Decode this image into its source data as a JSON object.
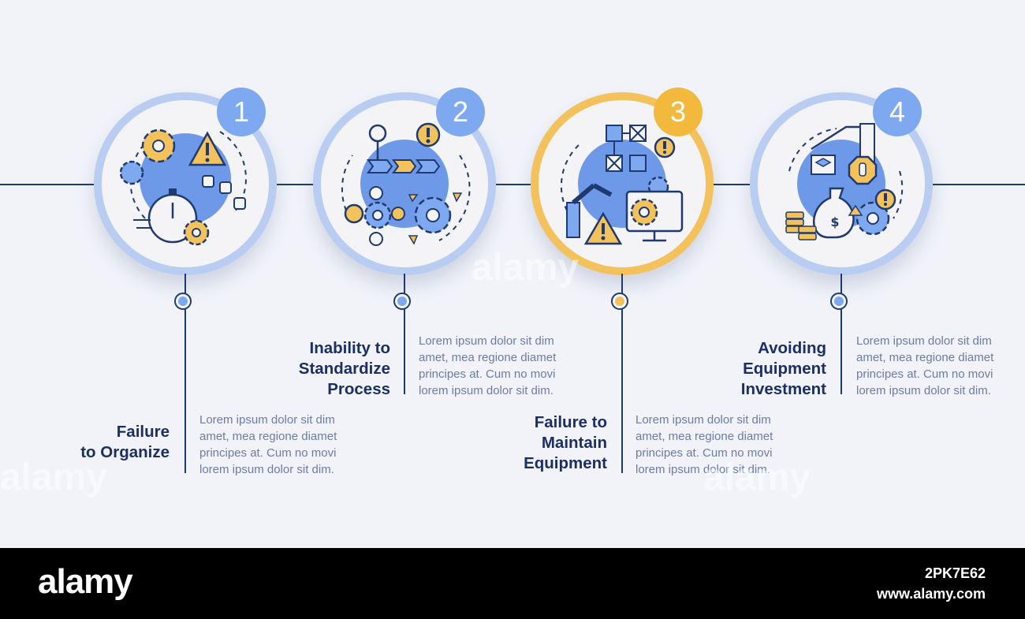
{
  "steps": [
    {
      "number": "1",
      "title_lines": [
        "Failure",
        "to Organize"
      ],
      "description_lines": [
        "Lorem ipsum dolor sit dim",
        "amet, mea regione diamet",
        "principes at. Cum no movi",
        "lorem ipsum dolor sit dim."
      ],
      "accent": false
    },
    {
      "number": "2",
      "title_lines": [
        "Inability to",
        "Standardize",
        "Process"
      ],
      "description_lines": [
        "Lorem ipsum dolor sit dim",
        "amet, mea regione diamet",
        "principes at. Cum no movi",
        "lorem ipsum dolor sit dim."
      ],
      "accent": false
    },
    {
      "number": "3",
      "title_lines": [
        "Failure to",
        "Maintain",
        "Equipment"
      ],
      "description_lines": [
        "Lorem ipsum dolor sit dim",
        "amet, mea regione diamet",
        "principes at. Cum no movi",
        "lorem ipsum dolor sit dim."
      ],
      "accent": true
    },
    {
      "number": "4",
      "title_lines": [
        "Avoiding",
        "Equipment",
        "Investment"
      ],
      "description_lines": [
        "Lorem ipsum dolor sit dim",
        "amet, mea regione diamet",
        "principes at. Cum no movi",
        "lorem ipsum dolor sit dim."
      ],
      "accent": false
    }
  ],
  "icons": [
    "gears-warning-stopwatch-icon",
    "process-flow-gears-icon",
    "machinery-maintenance-icon",
    "investment-money-bag-icon"
  ],
  "colors": {
    "primary": "#7ea8ef",
    "ring": "#b9cdf2",
    "accent": "#f3c25d",
    "navy": "#1b2f64",
    "text": "#6d7ca5",
    "background": "#f1f3f9"
  },
  "watermark": {
    "brand": "alamy",
    "image_id": "2PK7E62",
    "url": "www.alamy.com"
  }
}
